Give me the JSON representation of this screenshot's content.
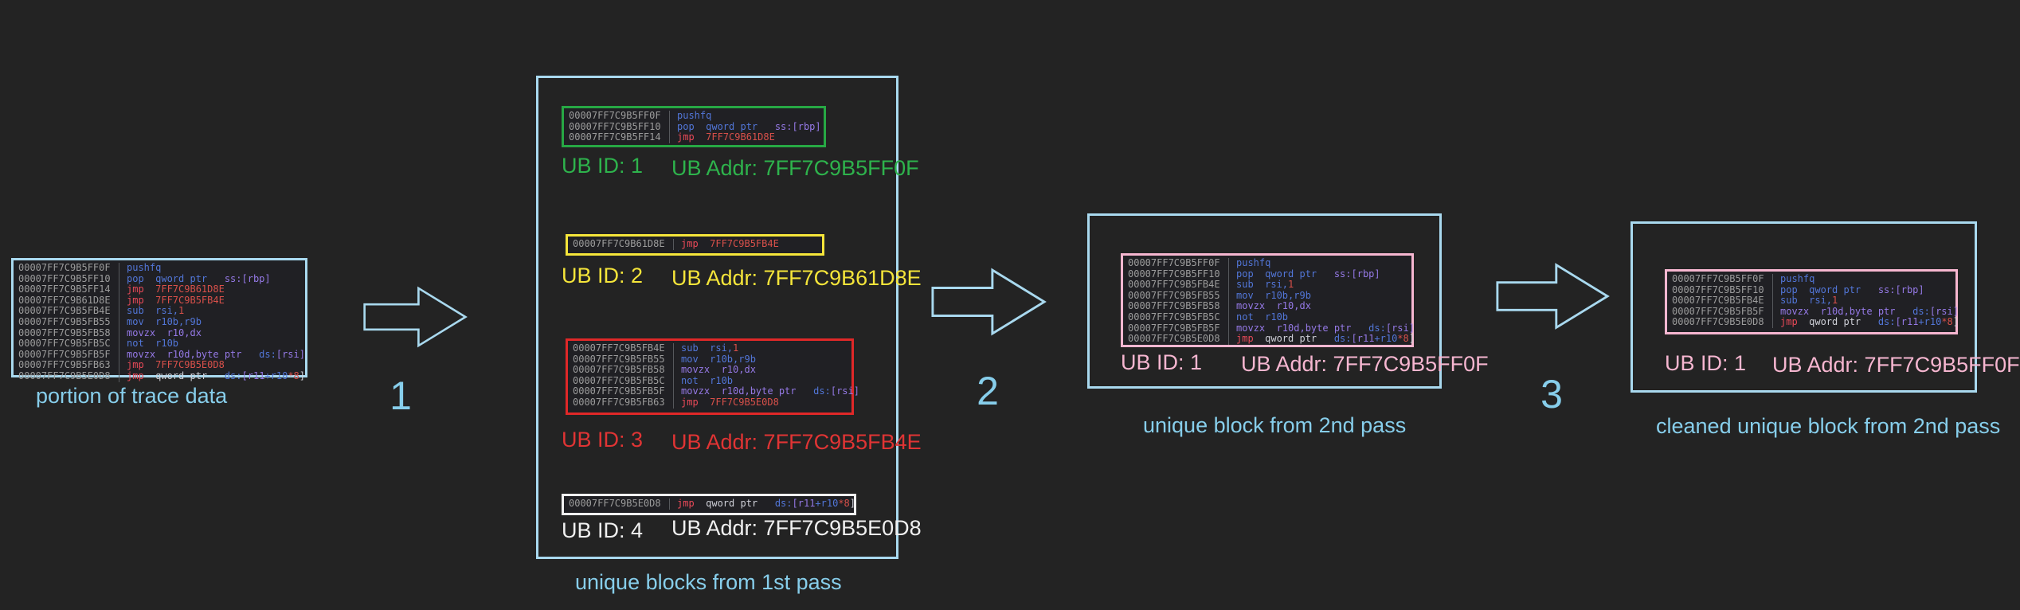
{
  "colors": {
    "background": "#232323",
    "codebox_bg": "#202024",
    "cyan_border": "#a9d9ef",
    "cyan_text": "#87ceeb",
    "green": "#27a844",
    "green_text": "#2eb34c",
    "yellow": "#f5e53a",
    "red": "#e02828",
    "red_text": "#e03434",
    "white": "#f0f0f0",
    "pink": "#f6b6d0",
    "addr_gray": "#9c9c9c",
    "divider": "#56585c",
    "syntax_blue": "#5276d8",
    "syntax_purple": "#9579e6",
    "syntax_jmp_red": "#e84958",
    "syntax_value_red": "#d8504a",
    "syntax_light": "#cfd0d8"
  },
  "syntax_legend": {
    "b": "syntax_blue",
    "p": "syntax_purple",
    "r": "syntax_jmp_red",
    "t": "syntax_value_red",
    "w": "syntax_light"
  },
  "instructions": {
    "ff0f": {
      "addr": "00007FF7C9B5FF0F",
      "tokens": [
        [
          "pushfq",
          "b"
        ]
      ]
    },
    "ff10": {
      "addr": "00007FF7C9B5FF10",
      "tokens": [
        [
          "pop  qword ptr   ",
          "b"
        ],
        [
          "ss:[rbp]",
          "p"
        ]
      ]
    },
    "ff14": {
      "addr": "00007FF7C9B5FF14",
      "tokens": [
        [
          "jmp  ",
          "r"
        ],
        [
          "7FF7C9B61D8E",
          "t"
        ]
      ]
    },
    "b61d8e": {
      "addr": "00007FF7C9B61D8E",
      "tokens": [
        [
          "jmp  ",
          "r"
        ],
        [
          "7FF7C9B5FB4E",
          "t"
        ]
      ]
    },
    "fb4e": {
      "addr": "00007FF7C9B5FB4E",
      "tokens": [
        [
          "sub  rsi,",
          "b"
        ],
        [
          "1",
          "t"
        ]
      ]
    },
    "fb55": {
      "addr": "00007FF7C9B5FB55",
      "tokens": [
        [
          "mov  r10b,r9b",
          "b"
        ]
      ]
    },
    "fb58": {
      "addr": "00007FF7C9B5FB58",
      "tokens": [
        [
          "movzx  r10,dx",
          "p"
        ]
      ]
    },
    "fb5c": {
      "addr": "00007FF7C9B5FB5C",
      "tokens": [
        [
          "not  r10b",
          "b"
        ]
      ]
    },
    "fb5f": {
      "addr": "00007FF7C9B5FB5F",
      "tokens": [
        [
          "movzx  r10d,byte ptr   ",
          "p"
        ],
        [
          "ds:",
          "b"
        ],
        [
          "[rsi]",
          "p"
        ]
      ]
    },
    "fb63": {
      "addr": "00007FF7C9B5FB63",
      "tokens": [
        [
          "jmp  ",
          "r"
        ],
        [
          "7FF7C9B5E0D8",
          "t"
        ]
      ]
    },
    "e0d8": {
      "addr": "00007FF7C9B5E0D8",
      "tokens": [
        [
          "jmp  ",
          "r"
        ],
        [
          "qword ptr   ",
          "w"
        ],
        [
          "ds:",
          "b"
        ],
        [
          "[r11",
          "p"
        ],
        [
          "+r10",
          "b"
        ],
        [
          "*8",
          "t"
        ],
        [
          "]",
          "w"
        ]
      ]
    }
  },
  "codeboxes": {
    "trace": {
      "line_ids": [
        "ff0f",
        "ff10",
        "ff14",
        "b61d8e",
        "fb4e",
        "fb55",
        "fb58",
        "fb5c",
        "fb5f",
        "fb63",
        "e0d8"
      ]
    },
    "ub1": {
      "line_ids": [
        "ff0f",
        "ff10",
        "ff14"
      ]
    },
    "ub2": {
      "line_ids": [
        "b61d8e"
      ]
    },
    "ub3": {
      "line_ids": [
        "fb4e",
        "fb55",
        "fb58",
        "fb5c",
        "fb5f",
        "fb63"
      ]
    },
    "ub4": {
      "line_ids": [
        "e0d8"
      ]
    },
    "pass2": {
      "line_ids": [
        "ff0f",
        "ff10",
        "fb4e",
        "fb55",
        "fb58",
        "fb5c",
        "fb5f",
        "e0d8"
      ]
    },
    "pass2c": {
      "line_ids": [
        "ff0f",
        "ff10",
        "fb4e",
        "fb5f",
        "e0d8"
      ]
    }
  },
  "labels": {
    "trace_caption": "portion of trace data",
    "pass1_caption": "unique blocks from 1st pass",
    "pass2_caption": "unique block from 2nd pass",
    "pass2c_caption": "cleaned unique block from 2nd pass",
    "step1": "1",
    "step2": "2",
    "step3": "3",
    "ub1_id": "UB ID: 1",
    "ub1_addr": "UB Addr: 7FF7C9B5FF0F",
    "ub2_id": "UB ID: 2",
    "ub2_addr": "UB Addr: 7FF7C9B61D8E",
    "ub3_id": "UB ID: 3",
    "ub3_addr": "UB Addr: 7FF7C9B5FB4E",
    "ub4_id": "UB ID: 4",
    "ub4_addr": "UB Addr: 7FF7C9B5E0D8",
    "p2_id": "UB ID: 1",
    "p2_addr": "UB Addr: 7FF7C9B5FF0F",
    "p2c_id": "UB ID: 1",
    "p2c_addr": "UB Addr: 7FF7C9B5FF0F"
  }
}
